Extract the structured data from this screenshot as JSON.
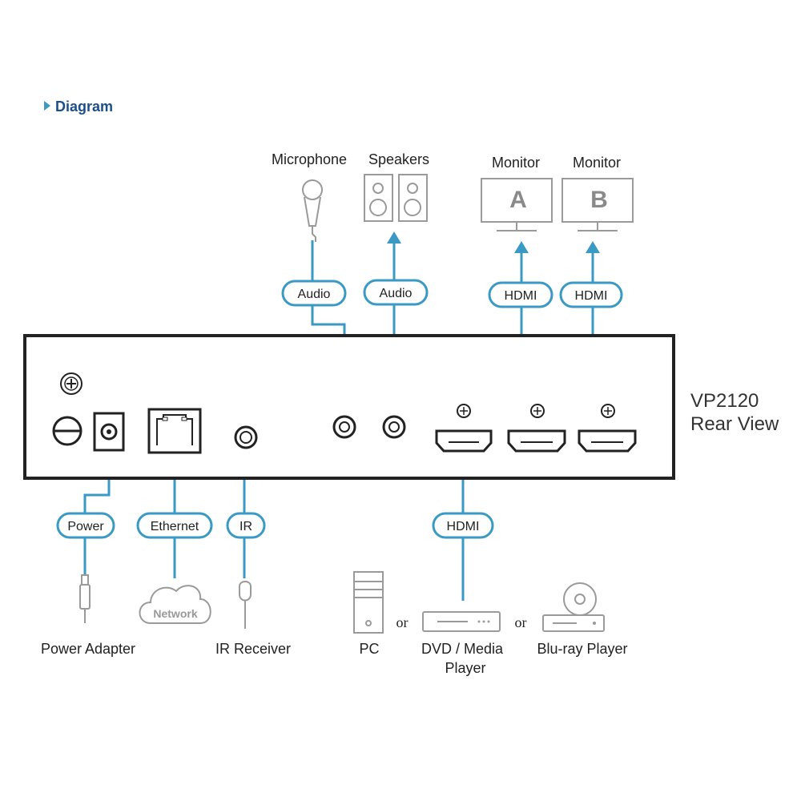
{
  "header": {
    "title": "Diagram"
  },
  "device": {
    "name": "VP2120",
    "view": "Rear View"
  },
  "top_devices": {
    "microphone": "Microphone",
    "speakers": "Speakers",
    "monitor_a": "Monitor",
    "monitor_b": "Monitor",
    "monitor_a_letter": "A",
    "monitor_b_letter": "B"
  },
  "top_connections": {
    "audio_in": "Audio",
    "audio_out": "Audio",
    "hdmi_out_a": "HDMI",
    "hdmi_out_b": "HDMI"
  },
  "bottom_connections": {
    "power": "Power",
    "ethernet": "Ethernet",
    "ir": "IR",
    "hdmi_in": "HDMI"
  },
  "bottom_devices": {
    "power_adapter": "Power Adapter",
    "network": "Network",
    "ir_receiver": "IR Receiver",
    "pc": "PC",
    "or1": "or",
    "dvd_line1": "DVD / Media",
    "dvd_line2": "Player",
    "or2": "or",
    "bluray": "Blu-ray Player"
  },
  "colors": {
    "accent": "#3a9ac4",
    "title": "#1b4f8a",
    "device_outline": "#222222",
    "icon_gray": "#9a9a9a"
  }
}
